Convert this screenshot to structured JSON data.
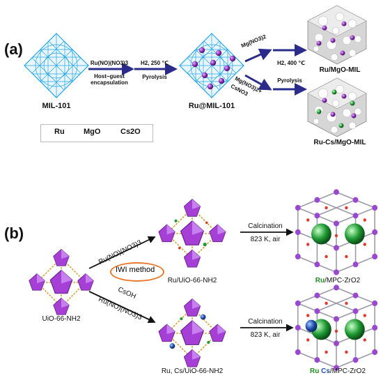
{
  "panel_a": {
    "letter": "(a)",
    "structures": {
      "mil101": "MIL-101",
      "ru_at_mil101": "Ru@MIL-101",
      "ru_mgo_mil": "Ru/MgO-MIL",
      "ru_cs_mgo_mil": "Ru-Cs/MgO-MIL"
    },
    "step1": {
      "reagent": "Ru(NO)(NO3)3",
      "process_line1": "Host−guest",
      "process_line2": "encapsulation"
    },
    "step2": {
      "condition": "H2, 250 ℃",
      "process": "Pyrolysis"
    },
    "step3": {
      "upper_reagent": "Mg(NO3)2",
      "lower_reagent_line1": "Mg(NO3)2+",
      "lower_reagent_line2": "CsNO3",
      "condition": "H2, 400 ℃",
      "process": "Pyrolysis"
    },
    "legend": {
      "items": [
        {
          "label": "Ru",
          "color": "#8b2bb5"
        },
        {
          "label": "MgO",
          "color": "#888888"
        },
        {
          "label": "Cs2O",
          "color": "#2aa52a"
        }
      ]
    }
  },
  "panel_b": {
    "letter": "(b)",
    "structures": {
      "uio": "UiO-66-NH2",
      "ru_uio": "Ru/UiO-66-NH2",
      "ru_cs_uio": "Ru, Cs/UiO-66-NH2"
    },
    "upper_reagent": "Ru(NO)(NO3)3",
    "method": "IWI method",
    "lower_reagent_line1": "CsOH",
    "lower_reagent_line2": "Ru(NO)(NO3)3",
    "calcination": {
      "process": "Calcination",
      "condition": "823 K, air"
    },
    "products": {
      "upper_ru": "Ru",
      "upper_rest": "/MPC-ZrO2",
      "lower_ru": "Ru",
      "lower_cs": " Cs",
      "lower_rest": "/MPC-ZrO2"
    },
    "colors": {
      "mof_node": "#a63fd6",
      "linker": "#d19a22",
      "ru_green": "#1e9a33",
      "cs_blue": "#1f4fb0",
      "zr_purple": "#9b48d0",
      "oxygen_red": "#e03b2a"
    }
  },
  "colors": {
    "arrow": "#2b2b8c",
    "framework_cyan": "#21a4e6",
    "particle_purple": "#7a2aa0",
    "iwi_oval": "#e8782a"
  }
}
